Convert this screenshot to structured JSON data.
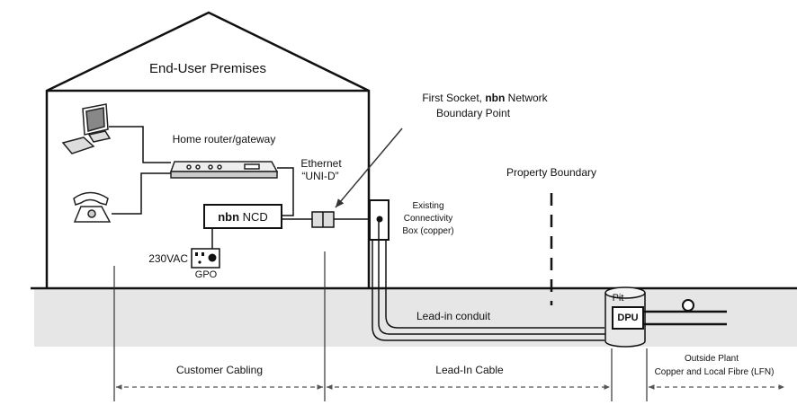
{
  "house": {
    "title": "End-User Premises"
  },
  "devices": {
    "router": "Home router/gateway",
    "ethernet_line1": "Ethernet",
    "ethernet_line2": "“UNI-D”",
    "ncd_bold": "nbn",
    "ncd_text": " NCD",
    "power": "230VAC",
    "gpo": "GPO"
  },
  "first_socket": {
    "line1_prefix": "First Socket, ",
    "line1_bold": "nbn",
    "line1_suffix": " Network",
    "line2": "Boundary Point"
  },
  "connectivity_box": {
    "lines": [
      "Existing",
      "Connectivity",
      "Box (copper)"
    ]
  },
  "property_boundary": "Property Boundary",
  "pit": {
    "label": "Pit",
    "dpu": "DPU"
  },
  "conduit": "Lead-in conduit",
  "segments": {
    "customer": "Customer Cabling",
    "leadin": "Lead-In Cable",
    "outside_line1": "Outside Plant",
    "outside_line2": "Copper and Local Fibre (LFN)"
  }
}
